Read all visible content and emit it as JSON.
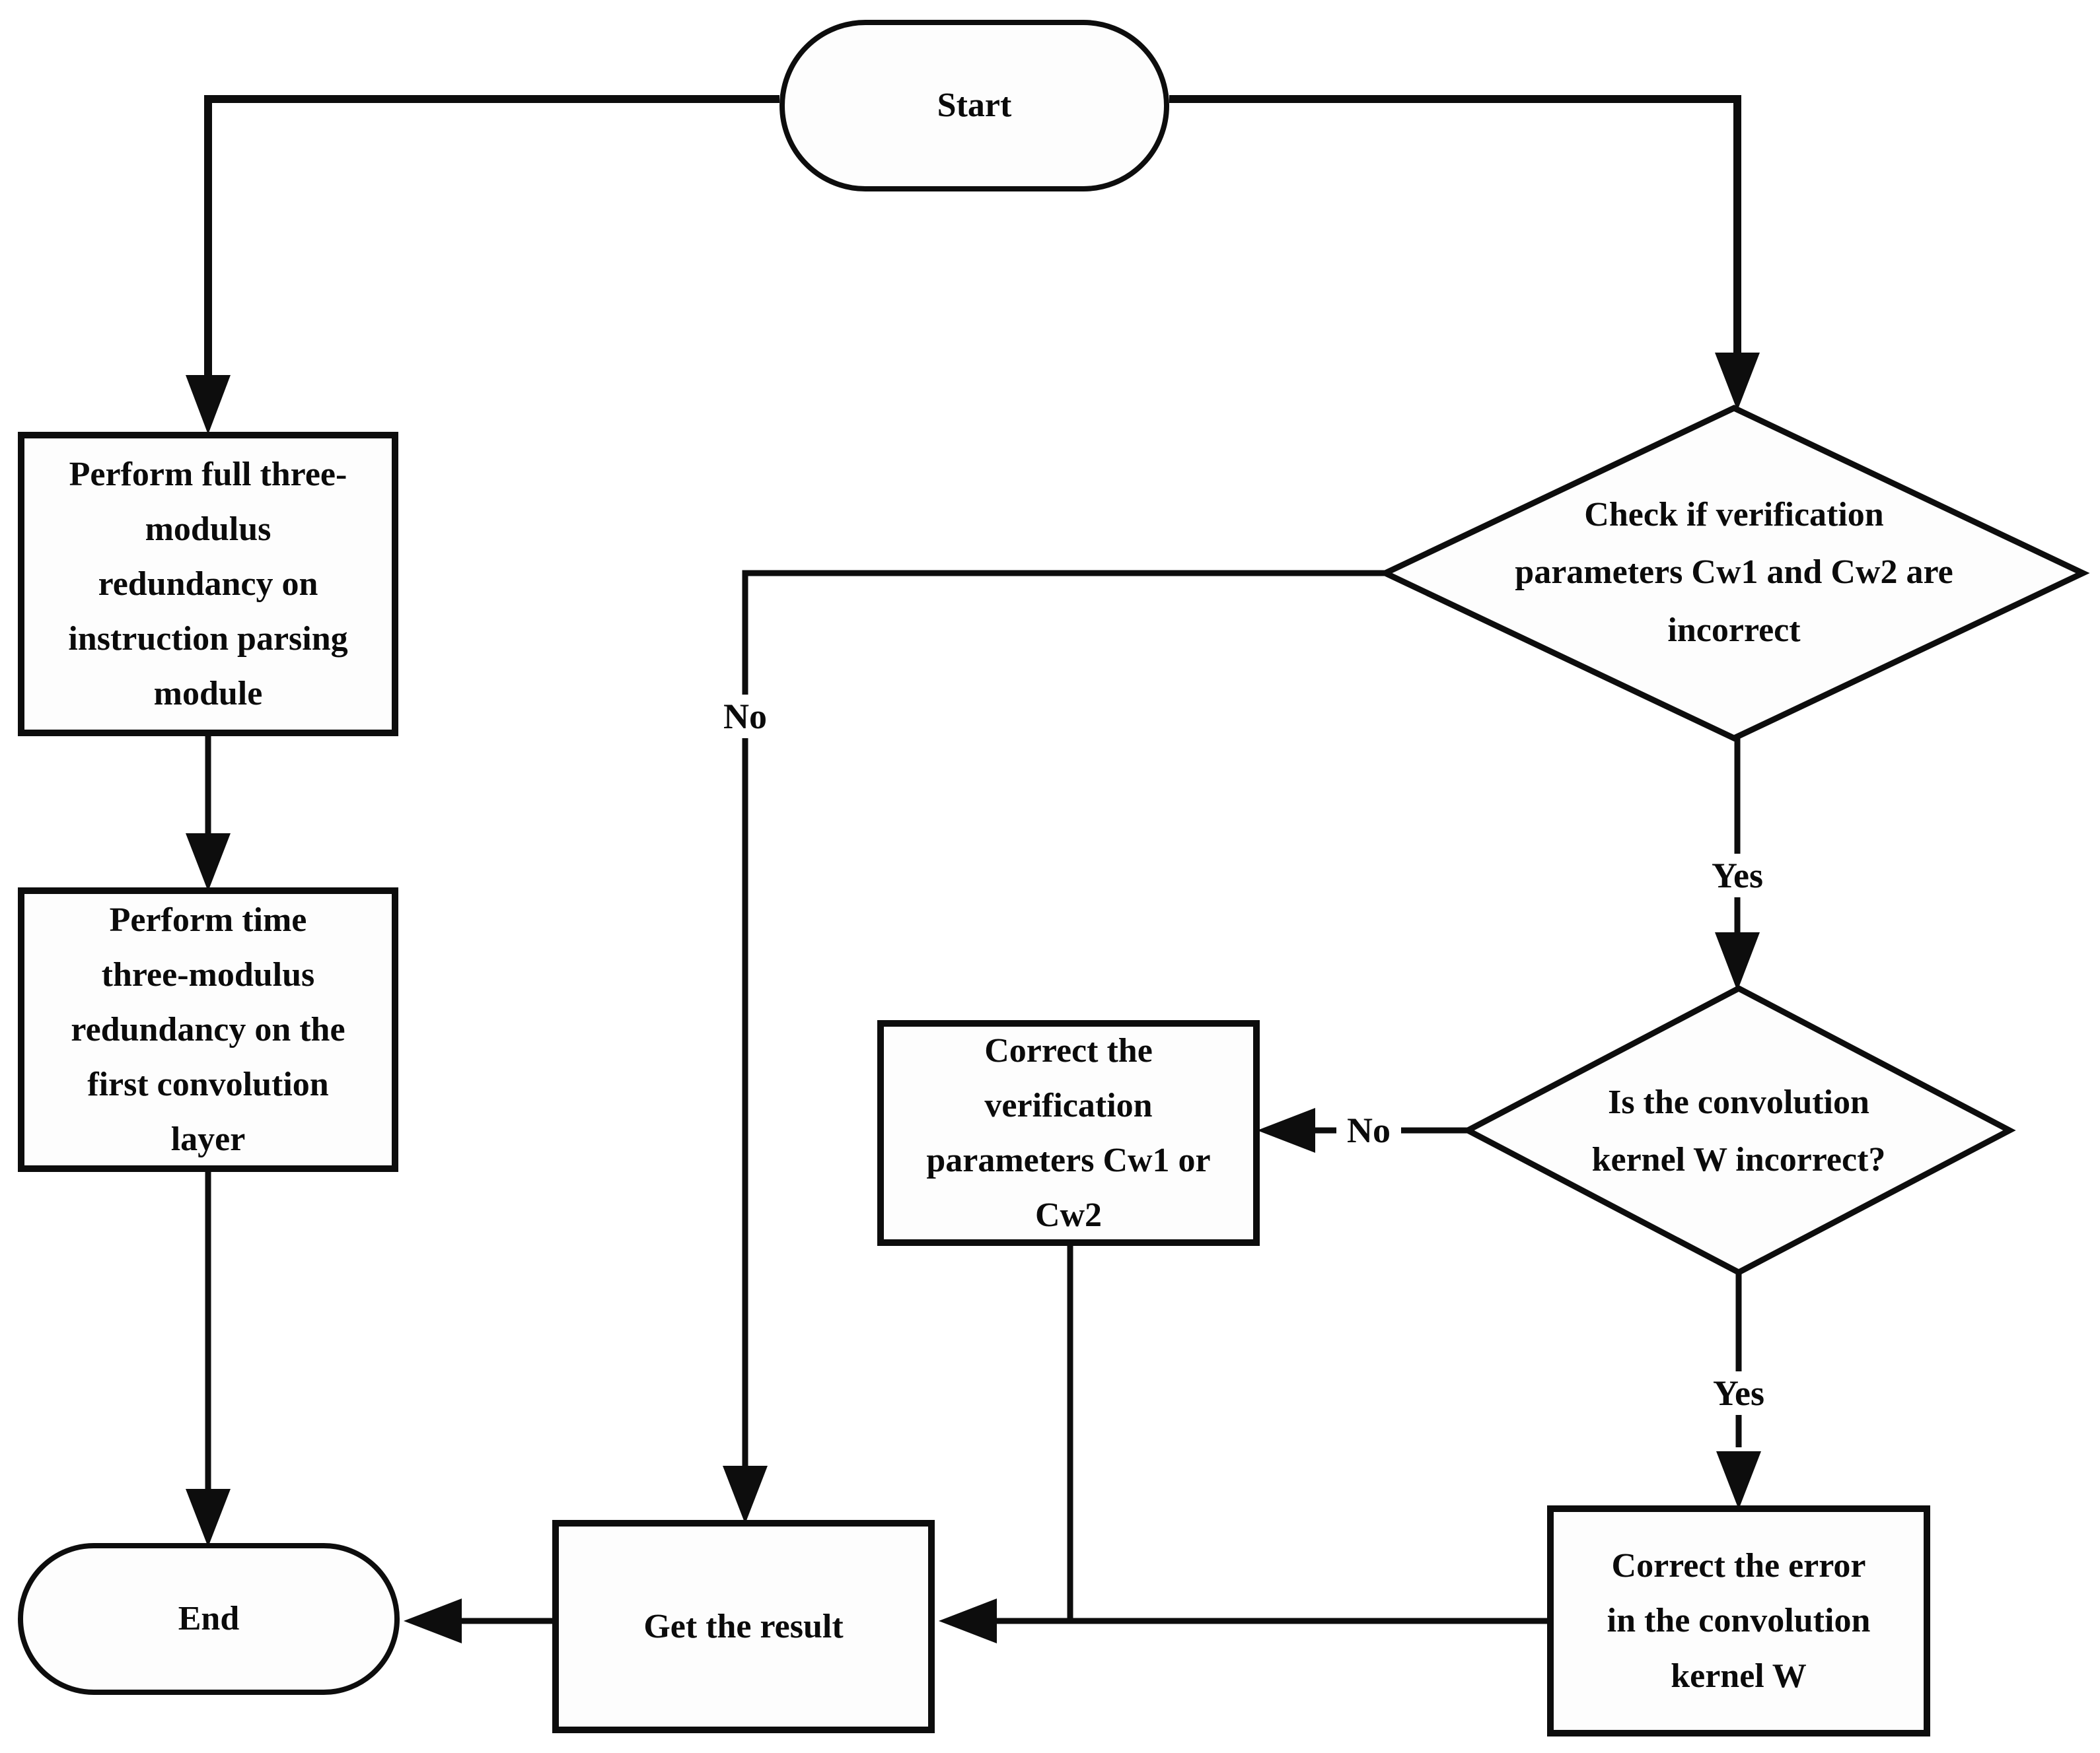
{
  "flowchart": {
    "nodes": {
      "start": {
        "label": "Start",
        "type": "terminator"
      },
      "full_tmr": {
        "label": "Perform full three-\nmodulus\nredundancy on\ninstruction parsing\nmodule",
        "type": "process"
      },
      "time_tmr": {
        "label": "Perform time\nthree-modulus\nredundancy on the\nfirst convolution\nlayer",
        "type": "process"
      },
      "end_node": {
        "label": "End",
        "type": "terminator"
      },
      "check_params": {
        "label": "Check if verification\nparameters Cw1 and Cw2 are\nincorrect",
        "type": "decision"
      },
      "check_kernel": {
        "label": "Is the convolution\nkernel W incorrect?",
        "type": "decision"
      },
      "correct_params": {
        "label": "Correct the\nverification\nparameters Cw1 or\nCw2",
        "type": "process"
      },
      "correct_kernel": {
        "label": "Correct the error\nin the convolution\nkernel W",
        "type": "process"
      },
      "get_result": {
        "label": "Get the result",
        "type": "process"
      }
    },
    "edge_labels": {
      "check_params_no": "No",
      "check_params_yes": "Yes",
      "check_kernel_no": "No",
      "check_kernel_yes": "Yes"
    },
    "colors": {
      "line": "#0d0d0d",
      "node_fill": "#fdfdfd",
      "text": "#0b0b0b",
      "background": "#ffffff"
    }
  }
}
